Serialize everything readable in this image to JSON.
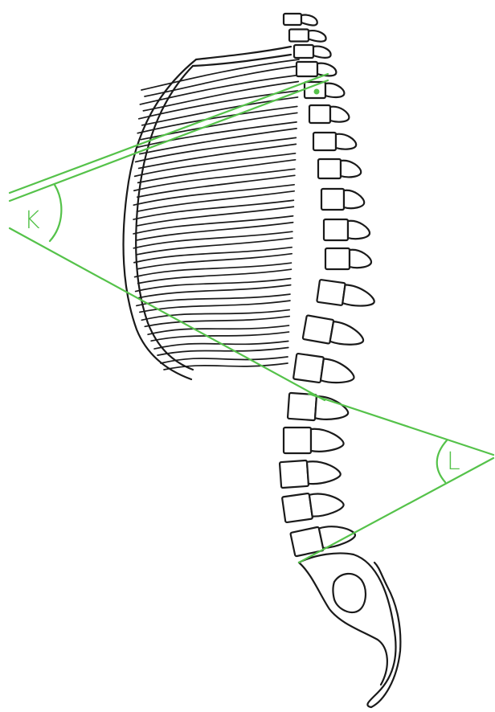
{
  "diagram": {
    "angles": [
      {
        "id": "upper-angle",
        "label": "K"
      },
      {
        "id": "lower-angle",
        "label": "L"
      }
    ]
  },
  "colors": {
    "guide_line": "#55c24a",
    "ink": "#1a1a1a",
    "background": "#ffffff"
  }
}
